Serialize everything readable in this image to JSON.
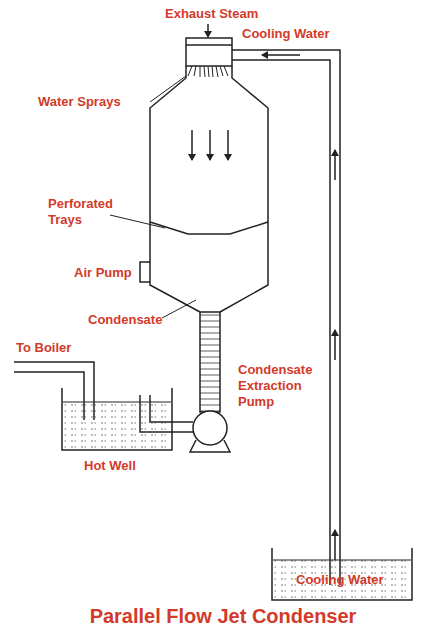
{
  "diagram": {
    "title": "Parallel Flow Jet Condenser",
    "labels": [
      "Exhaust Steam",
      "Cooling Water",
      "Water Sprays",
      "Perforated Trays",
      "Air Pump",
      "Condensate",
      "Condensate Extraction Pump",
      "To Boiler",
      "Hot Well",
      "Cooling Water"
    ]
  }
}
